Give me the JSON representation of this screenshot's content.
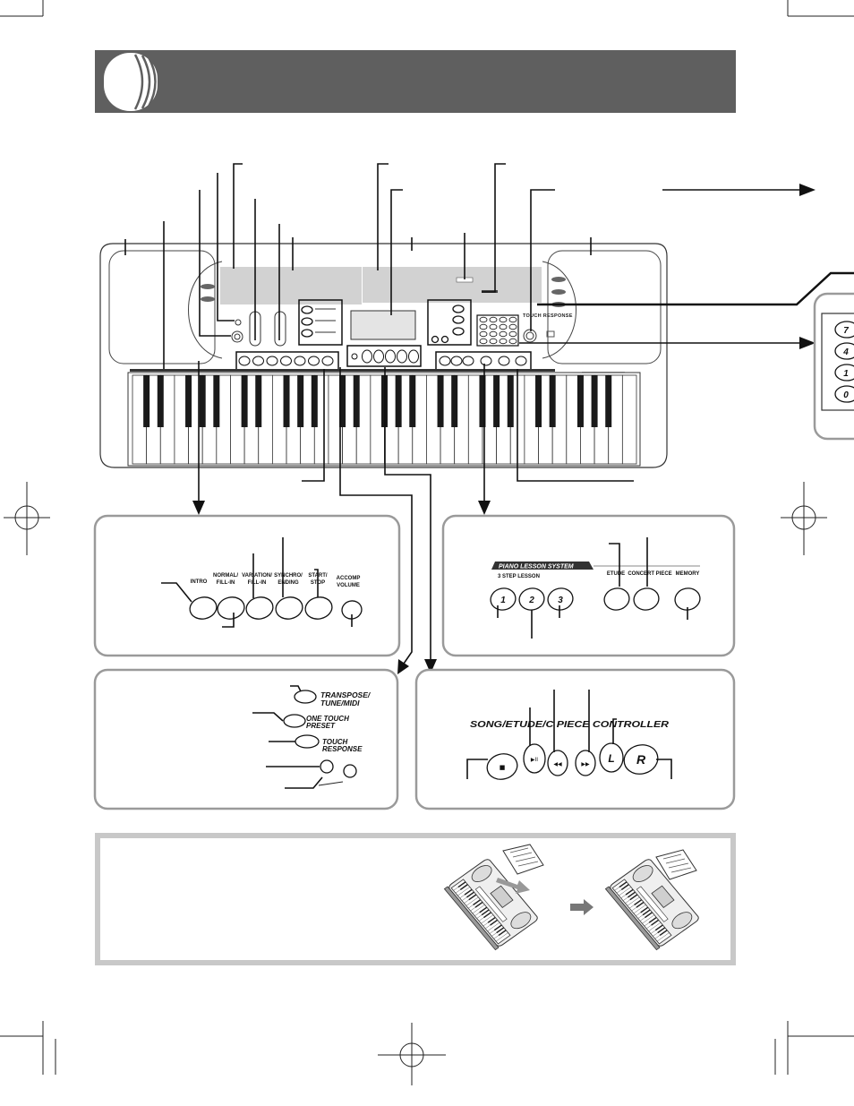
{
  "main_keyboard": {
    "body_label_touch_response": "TOUCH RESPONSE"
  },
  "keypad_detail": {
    "keys": [
      "7",
      "4",
      "1",
      "0"
    ]
  },
  "rhythm_panel": {
    "intro": "INTRO",
    "normal_fill_in": [
      "NORMAL/",
      "FILL-IN"
    ],
    "variation_fill_in": [
      "VARIATION/",
      "FILL-IN"
    ],
    "synchro_ending": [
      "SYNCHRO/",
      "ENDING"
    ],
    "start_stop": [
      "START/",
      "STOP"
    ],
    "accomp_volume": [
      "ACCOMP",
      "VOLUME"
    ]
  },
  "lesson_panel": {
    "title": "PIANO LESSON SYSTEM",
    "subtitle": "3 STEP LESSON",
    "steps": [
      "1",
      "2",
      "3"
    ],
    "etude": "ETUDE",
    "concert_piece": "CONCERT PIECE",
    "memory": "MEMORY"
  },
  "function_panel": {
    "transpose": [
      "TRANSPOSE/",
      "TUNE/MIDI"
    ],
    "one_touch_preset": [
      "ONE TOUCH",
      "PRESET"
    ],
    "touch_response": [
      "TOUCH",
      "RESPONSE"
    ]
  },
  "controller_panel": {
    "title": "SONG/ETUDE/C PIECE CONTROLLER",
    "buttons": [
      {
        "icon": "stop-icon",
        "glyph": "■"
      },
      {
        "icon": "play-pause-icon",
        "glyph": "▶II"
      },
      {
        "icon": "rewind-icon",
        "glyph": "◀◀"
      },
      {
        "icon": "fast-forward-icon",
        "glyph": "▶▶"
      },
      {
        "icon": "left-hand-icon",
        "glyph": "L"
      },
      {
        "icon": "right-hand-icon",
        "glyph": "R"
      }
    ]
  },
  "colors": {
    "header_bar": "#5f5f5f",
    "panel_border": "#9a9a9a",
    "bottom_box_border": "#c8c8c8",
    "arrow_gray": "#777777"
  }
}
